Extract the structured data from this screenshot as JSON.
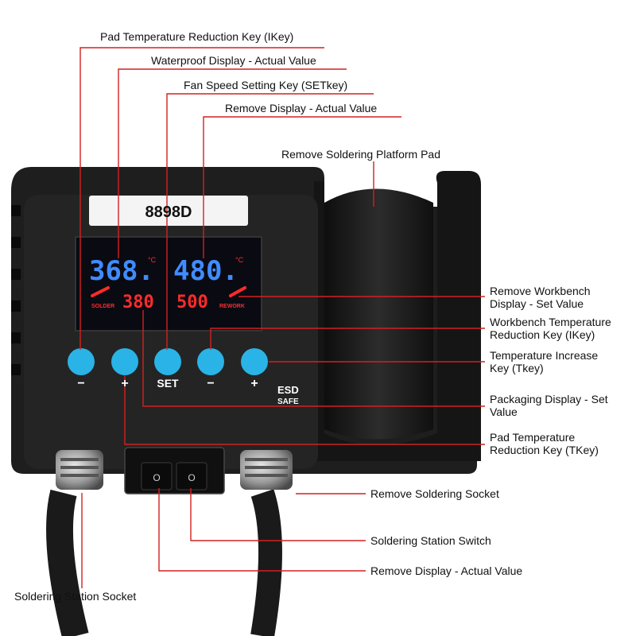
{
  "device": {
    "model": "8898D",
    "displays": {
      "solder_actual": "368.",
      "rework_actual": "480.",
      "solder_set": "380",
      "rework_set": "500",
      "unit": "°C",
      "solder_label": "SOLDER",
      "rework_label": "REWORK"
    },
    "keys": {
      "k1": "−",
      "k2": "+",
      "k3": "SET",
      "k4": "−",
      "k5": "+"
    },
    "esd_top": "ESD",
    "esd_bottom": "SAFE",
    "switch_mark": "O"
  },
  "labels": {
    "pad_temp_reduction": "Pad Temperature Reduction Key (IKey)",
    "waterproof_display": "Waterproof Display - Actual Value",
    "fan_speed": "Fan Speed Setting Key (SETkey)",
    "remove_display_top": "Remove Display - Actual Value",
    "remove_platform_pad": "Remove Soldering Platform Pad",
    "remove_workbench_display": "Remove Workbench Display - Set Value",
    "workbench_temp_reduction": "Workbench Temperature Reduction Key (IKey)",
    "temp_increase": "Temperature Increase Key (Tkey)",
    "packaging_display": "Packaging Display - Set Value",
    "pad_temp_reduction_t": "Pad Temperature Reduction Key (TKey)",
    "remove_soldering_socket": "Remove Soldering Socket",
    "station_switch": "Soldering Station Switch",
    "remove_display_bottom": "Remove Display - Actual Value",
    "station_socket": "Soldering Station Socket"
  },
  "colors": {
    "leader": "#d42020",
    "body": "#1e1e1e",
    "key": "#2ab3e6",
    "actual": "#3f8cff",
    "set": "#ff2b2b"
  }
}
